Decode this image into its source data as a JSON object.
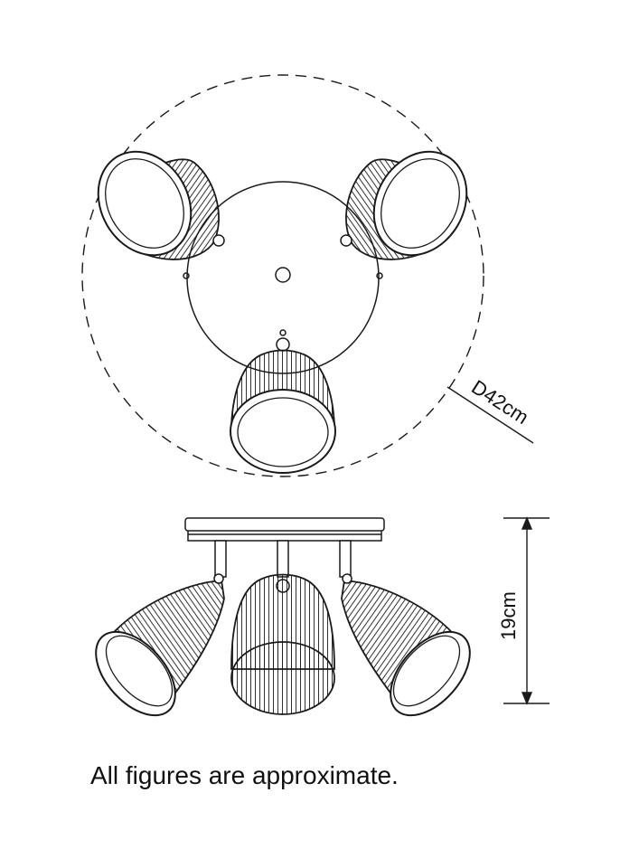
{
  "diagram": {
    "top_view": {
      "diameter_label": "D42cm"
    },
    "side_view": {
      "height_label": "19cm"
    },
    "footer_note": "All figures are approximate.",
    "colors": {
      "line": "#1a1a1a",
      "background": "#ffffff"
    }
  }
}
